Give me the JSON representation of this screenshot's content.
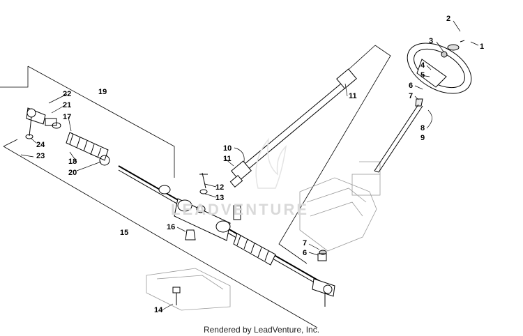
{
  "callouts": {
    "c1": "1",
    "c2": "2",
    "c3": "3",
    "c4": "4",
    "c5": "5",
    "c6": "6",
    "c7": "7",
    "c8": "8",
    "c9": "9",
    "c10": "10",
    "c11a": "11",
    "c11b": "11",
    "c12": "12",
    "c13": "13",
    "c14": "14",
    "c15": "15",
    "c16": "16",
    "c17": "17",
    "c18": "18",
    "c19": "19",
    "c20": "20",
    "c21": "21",
    "c22": "22",
    "c23": "23",
    "c24": "24",
    "c6b": "6",
    "c7b": "7"
  },
  "watermark": "LEADVENTURE",
  "credit": "Rendered by LeadVenture, Inc."
}
